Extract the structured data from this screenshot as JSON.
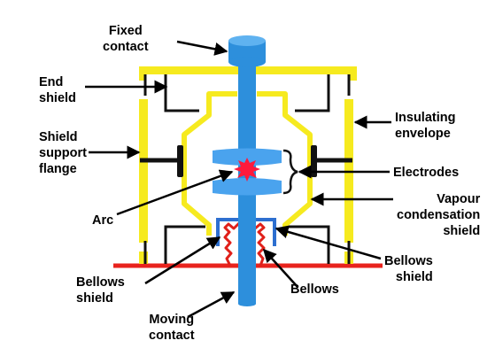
{
  "labels": {
    "fixed_contact": "Fixed\ncontact",
    "end_shield": "End\nshield",
    "shield_support_flange": "Shield\nsupport\nflange",
    "arc": "Arc",
    "bellows_shield_left": "Bellows\nshield",
    "moving_contact": "Moving\ncontact",
    "insulating_envelope": "Insulating\nenvelope",
    "electrodes": "Electrodes",
    "vapour_condensation_shield": "Vapour\ncondensation\nshield",
    "bellows_shield_right": "Bellows\nshield",
    "bellows": "Bellows"
  },
  "colors": {
    "shield_yellow": "#f6ea1f",
    "contact_blue": "#2d8fdc",
    "electrode_blue": "#4aa3ee",
    "bellows_red": "#e0201a",
    "base_red": "#e8231d",
    "arc_red": "#ff1a3c",
    "outline": "#111111"
  }
}
